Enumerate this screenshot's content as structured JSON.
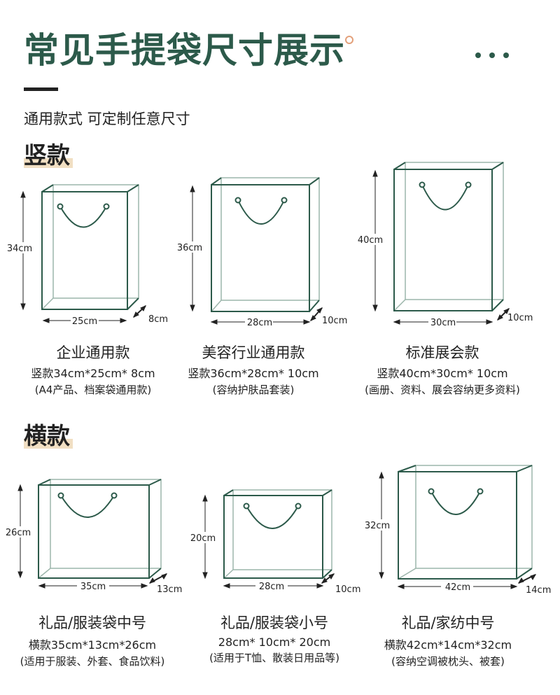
{
  "header": {
    "title": "常见手提袋尺寸展示",
    "subtitle": "通用款式  可定制任意尺寸"
  },
  "sections": {
    "vertical": {
      "title": "竖款",
      "bags": [
        {
          "height_label": "34cm",
          "width_label": "25cm",
          "depth_label": "8cm",
          "name": "企业通用款",
          "dims": "竖款34cm*25cm* 8cm",
          "note": "(A4产品、档案袋通用款)"
        },
        {
          "height_label": "36cm",
          "width_label": "28cm",
          "depth_label": "10cm",
          "name": "美容行业通用款",
          "dims": "竖款36cm*28cm* 10cm",
          "note": "(容纳护肤品套装)"
        },
        {
          "height_label": "40cm",
          "width_label": "30cm",
          "depth_label": "10cm",
          "name": "标准展会款",
          "dims": "竖款40cm*30cm* 10cm",
          "note": "(画册、资料、展会容纳更多资料)"
        }
      ]
    },
    "horizontal": {
      "title": "横款",
      "bags": [
        {
          "height_label": "26cm",
          "width_label": "35cm",
          "depth_label": "13cm",
          "name": "礼品/服装袋中号",
          "dims": "横款35cm*13cm*26cm",
          "note": "(适用于服装、外套、食品饮料)"
        },
        {
          "height_label": "20cm",
          "width_label": "28cm",
          "depth_label": "10cm",
          "name": "礼品/服装袋小号",
          "dims": "28cm* 10cm* 20cm",
          "note": "(适用于T恤、散装日用品等)"
        },
        {
          "height_label": "32cm",
          "width_label": "42cm",
          "depth_label": "14cm",
          "name": "礼品/家纺中号",
          "dims": "横款42cm*14cm*32cm",
          "note": "(容纳空调被枕头、被套)"
        }
      ]
    }
  },
  "colors": {
    "brand_green": "#2c5a4a",
    "section_highlight": "#f1dfc3",
    "accent_orange": "#e3a07a"
  }
}
